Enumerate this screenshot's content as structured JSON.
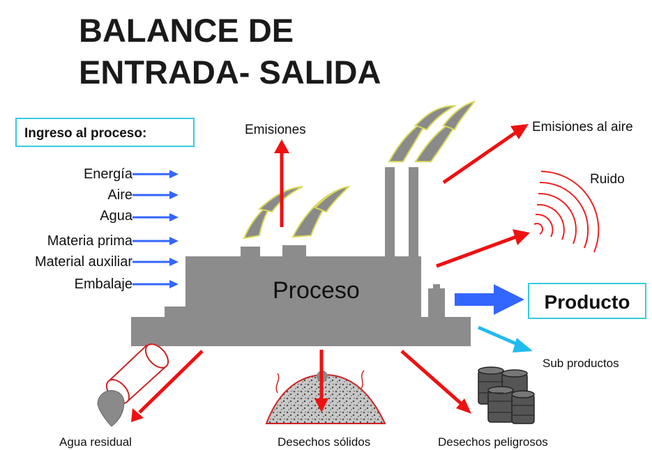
{
  "title": {
    "line1": "BALANCE DE",
    "line2": "ENTRADA- SALIDA"
  },
  "inputs": {
    "heading": "Ingreso al proceso:",
    "items": [
      "Energía",
      "Aire",
      "Agua",
      "Materia prima",
      "Material auxiliar",
      "Embalaje"
    ]
  },
  "process": {
    "label": "Proceso"
  },
  "outputs": {
    "emisiones": "Emisiones",
    "emisiones_aire": "Emisiones al aire",
    "ruido": "Ruido",
    "producto": "Producto",
    "sub_productos": "Sub productos",
    "agua_residual": "Agua residual",
    "desechos_solidos": "Desechos sólidos",
    "desechos_peligrosos": "Desechos peligrosos"
  },
  "colors": {
    "factory": "#8c8c8c",
    "input_arrow": "#3366ff",
    "output_arrow": "#ee1111",
    "product_arrow": "#3366ff",
    "byproduct_arrow": "#22bbee",
    "box_border": "#33ccdd",
    "noise_waves": "#ee2222"
  },
  "icons": [
    "smoke-icon",
    "pipe-icon",
    "waste-pile-icon",
    "barrel-stack-icon",
    "sound-wave-icon"
  ]
}
